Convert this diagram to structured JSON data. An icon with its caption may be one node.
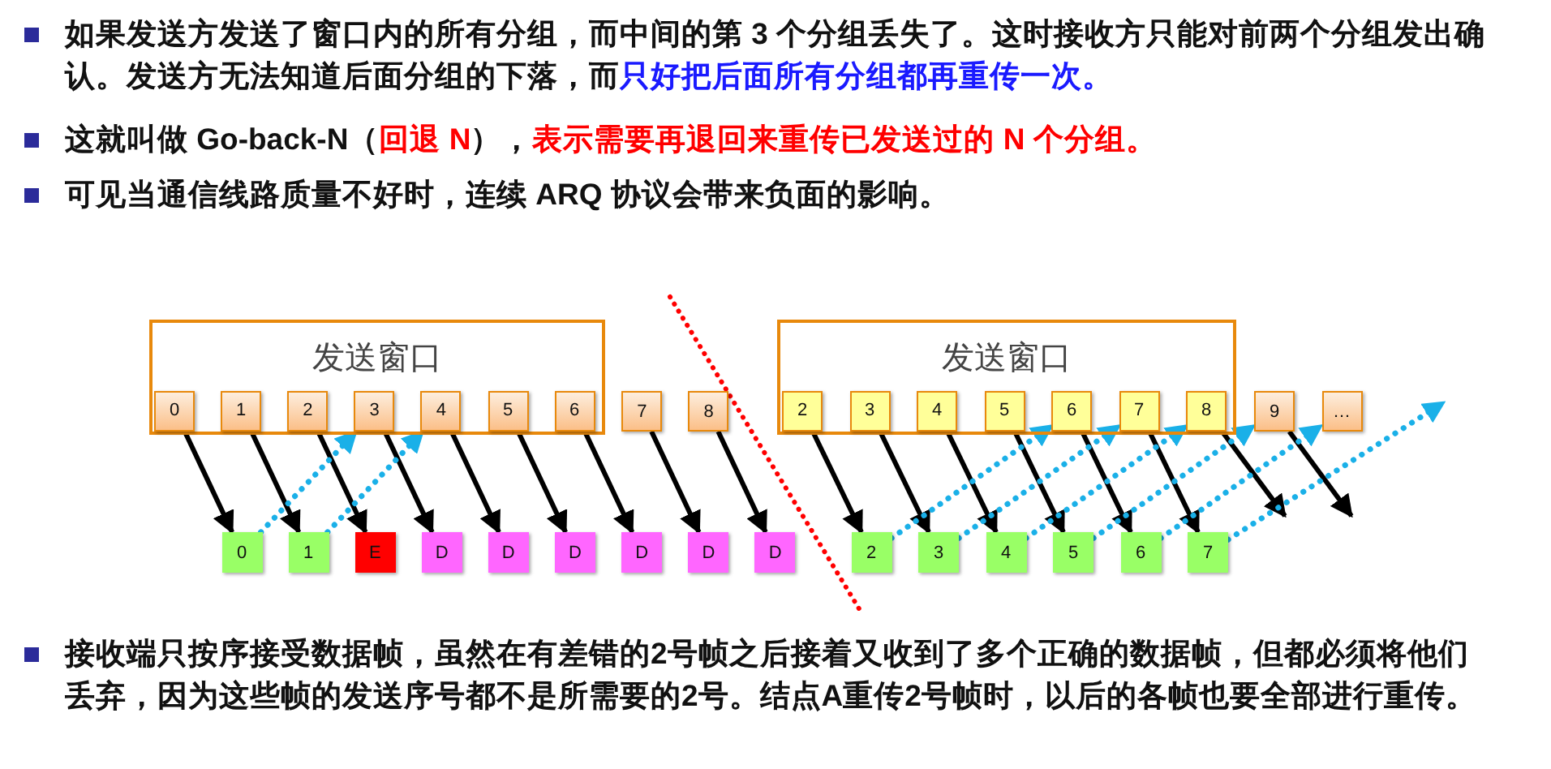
{
  "diagram": {
    "nodes": [
      {
        "text": [
          "发送窗口"
        ]
      },
      {
        "text": [
          "0"
        ],
        "in": 0
      },
      {
        "text": [
          "1"
        ],
        "in": 0
      },
      {
        "text": [
          "2"
        ],
        "in": 0
      },
      {
        "text": [
          "3"
        ],
        "in": 0
      },
      {
        "text": [
          "4"
        ],
        "in": 0
      },
      {
        "text": [
          "5"
        ],
        "in": 0
      },
      {
        "text": [
          "6"
        ],
        "in": 0
      },
      {
        "text": [
          "7"
        ]
      },
      {
        "text": [
          "8"
        ]
      },
      {
        "text": [
          "发送窗口"
        ]
      },
      {
        "text": [
          "2"
        ],
        "in": 10
      },
      {
        "text": [
          "3"
        ],
        "in": 10
      },
      {
        "text": [
          "4"
        ],
        "in": 10
      },
      {
        "text": [
          "5"
        ],
        "in": 10
      },
      {
        "text": [
          "6"
        ],
        "in": 10
      },
      {
        "text": [
          "7"
        ],
        "in": 10
      },
      {
        "text": [
          "8"
        ],
        "in": 10
      },
      {
        "text": [
          "9"
        ]
      },
      {
        "text": [
          "…"
        ]
      },
      {
        "text": [
          "0"
        ]
      },
      {
        "text": [
          "1"
        ]
      },
      {
        "text": [
          "E"
        ]
      },
      {
        "text": [
          "D"
        ]
      },
      {
        "text": [
          "D"
        ]
      },
      {
        "text": [
          "D"
        ]
      },
      {
        "text": [
          "D"
        ]
      },
      {
        "text": [
          "D"
        ]
      },
      {
        "text": [
          "D"
        ]
      },
      {
        "text": [
          "2"
        ]
      },
      {
        "text": [
          "3"
        ]
      },
      {
        "text": [
          "4"
        ]
      },
      {
        "text": [
          "5"
        ]
      },
      {
        "text": [
          "6"
        ]
      },
      {
        "text": [
          "7"
        ]
      }
    ],
    "edges": [
      {
        "from": 1,
        "to": 20,
        "arrow": "to"
      },
      {
        "from": 2,
        "to": 21,
        "arrow": "to"
      },
      {
        "from": 3,
        "to": 22,
        "arrow": "to"
      },
      {
        "from": 4,
        "to": 23,
        "arrow": "to"
      },
      {
        "from": 5,
        "to": 24,
        "arrow": "to"
      },
      {
        "from": 6,
        "to": 25,
        "arrow": "to"
      },
      {
        "from": 7,
        "to": 26,
        "arrow": "to"
      },
      {
        "from": 8,
        "to": 27,
        "arrow": "to"
      },
      {
        "from": 9,
        "to": 28,
        "arrow": "to"
      },
      {
        "from": 20,
        "to": 4,
        "arrow": "to",
        "style": "dashed",
        "color": "#1ab0e8"
      },
      {
        "from": 21,
        "to": 5,
        "arrow": "to",
        "style": "dashed",
        "color": "#1ab0e8"
      },
      {
        "from": 11,
        "to": 29,
        "arrow": "to"
      },
      {
        "from": 12,
        "to": 30,
        "arrow": "to"
      },
      {
        "from": 13,
        "to": 31,
        "arrow": "to"
      },
      {
        "from": 14,
        "to": 32,
        "arrow": "to"
      },
      {
        "from": 15,
        "to": 33,
        "arrow": "to"
      },
      {
        "from": 16,
        "to": 34,
        "arrow": "to"
      },
      {
        "from": 17,
        "to": null,
        "arrow": "to"
      },
      {
        "from": 18,
        "to": null,
        "arrow": "to"
      },
      {
        "from": 29,
        "to": 15,
        "arrow": "to",
        "style": "dashed",
        "color": "#1ab0e8"
      },
      {
        "from": 30,
        "to": 16,
        "arrow": "to",
        "style": "dashed",
        "color": "#1ab0e8"
      },
      {
        "from": 31,
        "to": 17,
        "arrow": "to",
        "style": "dashed",
        "color": "#1ab0e8"
      },
      {
        "from": 32,
        "to": 18,
        "arrow": "to",
        "style": "dashed",
        "color": "#1ab0e8"
      },
      {
        "from": 33,
        "to": 19,
        "arrow": "to",
        "style": "dashed",
        "color": "#1ab0e8"
      },
      {
        "from": 34,
        "to": null,
        "arrow": "to",
        "style": "dashed",
        "color": "#1ab0e8"
      }
    ],
    "labels": [
      "如果发送方发送了窗口内的所有分组，而中间的第 3 个分组丢失了。这时接收方只能对前两个分组发出确认。发送方无法知道后面分组的下落，而",
      "只好把后面所有分组都再重传一次。",
      "这就叫做 Go-back-N（",
      "回退 N",
      "），",
      "表示需要再退回来重传已发送过的 N 个分组。",
      "可见当通信线路质量不好时，连续 ARQ 协议会带来负面的影响。",
      "接收端只按序接受数据帧，虽然在有差错的2号帧之后接着又收到了多个正确的数据帧，但都必须将他们丢弃，因为这些帧的发送序号都不是所需要的2号。结点A重传2号帧时，以后的各帧也要全部进行重传。"
    ]
  }
}
